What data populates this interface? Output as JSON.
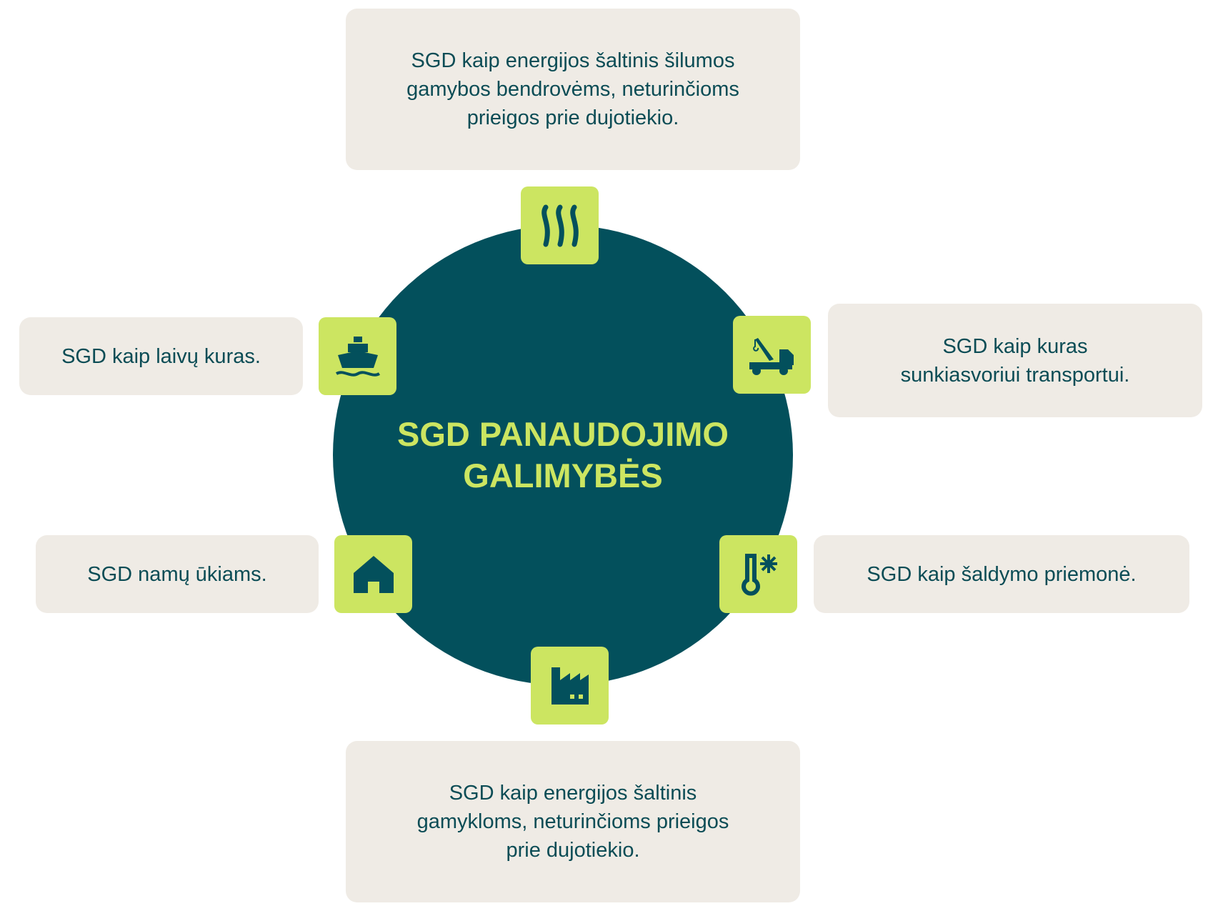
{
  "center_title": [
    "SGD PANAUDOJIMO",
    "GALIMYBĖS"
  ],
  "items": {
    "heating": "SGD kaip energijos šaltinis šilumos gamybos bendrovėms, neturinčioms prieigos prie dujotiekio.",
    "heavy_transport": "SGD kaip kuras sunkiasvoriui transportui.",
    "cooling": "SGD kaip šaldymo priemonė.",
    "factories": "SGD kaip energijos šaltinis gamykloms, neturinčioms prieigos prie dujotiekio.",
    "households": "SGD namų ūkiams.",
    "ships": "SGD kaip laivų kuras."
  },
  "colors": {
    "primary": "#03505c",
    "accent": "#cce561",
    "box": "#efebe5"
  }
}
